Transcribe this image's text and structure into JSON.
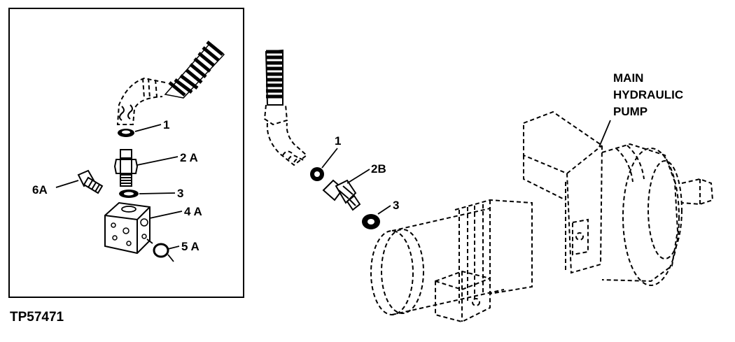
{
  "figure_id": "TP57471",
  "inset_labels": {
    "seal_1": "1",
    "fitting_2a": "2 A",
    "seal_3": "3",
    "block_4a": "4 A",
    "seal_5a": "5 A",
    "screw_6a": "6A"
  },
  "main_labels": {
    "seal_1": "1",
    "fitting_2b": "2B",
    "seal_3": "3",
    "pump_line1": "MAIN",
    "pump_line2": "HYDRAULIC",
    "pump_line3": "PUMP"
  }
}
